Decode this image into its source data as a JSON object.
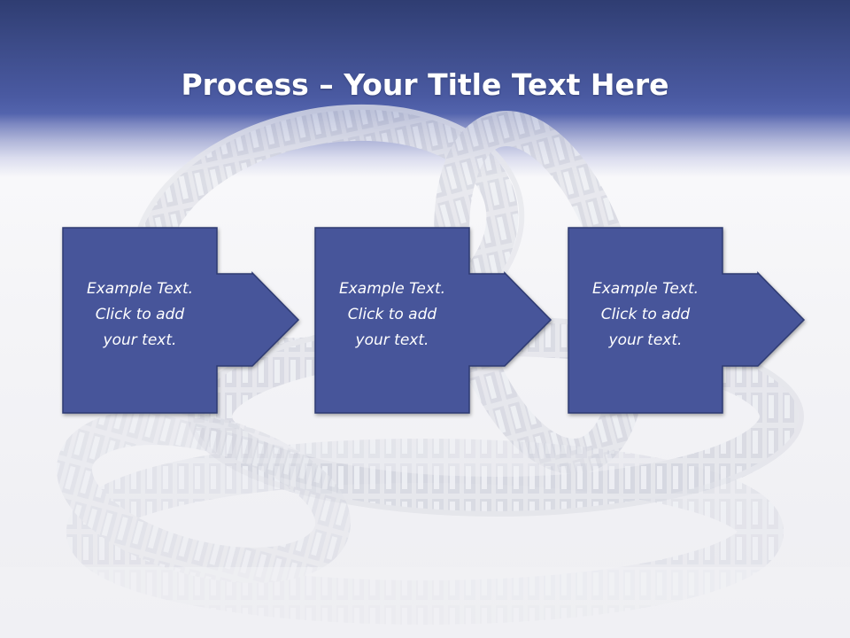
{
  "title": {
    "bold": "Process",
    "rest": " – Your Title Text Here"
  },
  "steps": [
    {
      "lines": [
        "Example Text.",
        "Click  to add",
        "your text."
      ]
    },
    {
      "lines": [
        "Example Text.",
        "Click  to add",
        "your text."
      ]
    },
    {
      "lines": [
        "Example Text.",
        "Click  to add",
        "your text."
      ]
    }
  ],
  "colors": {
    "box_fill": "#46549a",
    "box_border": "#2e3a72",
    "header_dark": "#2f3d72"
  }
}
